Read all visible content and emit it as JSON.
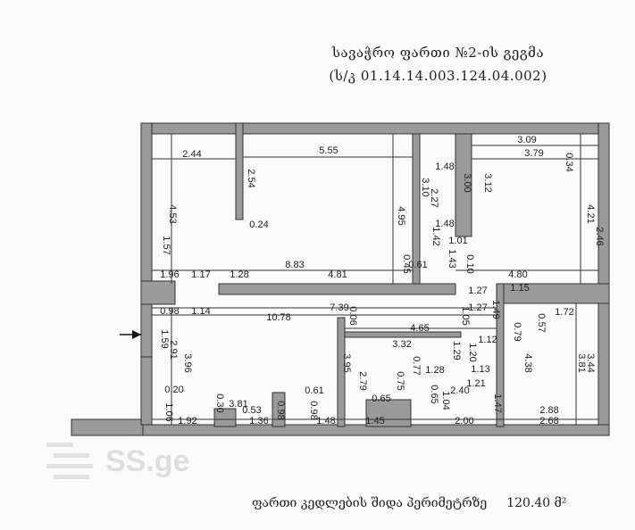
{
  "header": {
    "title": "სავაჭრო ფართი №2-ის გეგმა",
    "cadastral": "(ს/კ 01.14.14.003.124.04.002)"
  },
  "footer": {
    "label": "ფართი კედლების შიდა პერიმეტრზე",
    "area": "120.40 მ²"
  },
  "watermark": "SS.ge",
  "colors": {
    "wall": "#9a9a9a",
    "line": "#333333",
    "background": "#fbfbfb"
  },
  "dimensions": [
    "2.44",
    "5.55",
    "3.09",
    "3.79",
    "0.34",
    "1.48",
    "3.00",
    "3.12",
    "3.10",
    "2.27",
    "2.54",
    "4.53",
    "0.24",
    "4.95",
    "1.48",
    "4.21",
    "2.46",
    "1.01",
    "1.57",
    "1.42",
    "1.43",
    "0.10",
    "0.45",
    "0.61",
    "1.96",
    "1.17",
    "1.28",
    "8.83",
    "4.81",
    "4.80",
    "1.27",
    "1.15",
    "0.98",
    "1.14",
    "7.39",
    "1.27",
    "1.49",
    "10.78",
    "0.06",
    "1.05",
    "4.65",
    "0.79",
    "0.57",
    "1.72",
    "1.59",
    "3.32",
    "1.12",
    "2.91",
    "3.96",
    "1.29",
    "1.20",
    "4.38",
    "3.44",
    "3.81",
    "0.77",
    "1.13",
    "3.95",
    "2.79",
    "1.28",
    "0.75",
    "1.21",
    "2.40",
    "0.61",
    "0.20",
    "0.65",
    "0.65",
    "1.04",
    "1.47",
    "0.30",
    "3.81",
    "0.53",
    "0.98",
    "0.98",
    "1.06",
    "2.88",
    "2.00",
    "1.92",
    "1.36",
    "1.48",
    "1.45",
    "2.68"
  ]
}
